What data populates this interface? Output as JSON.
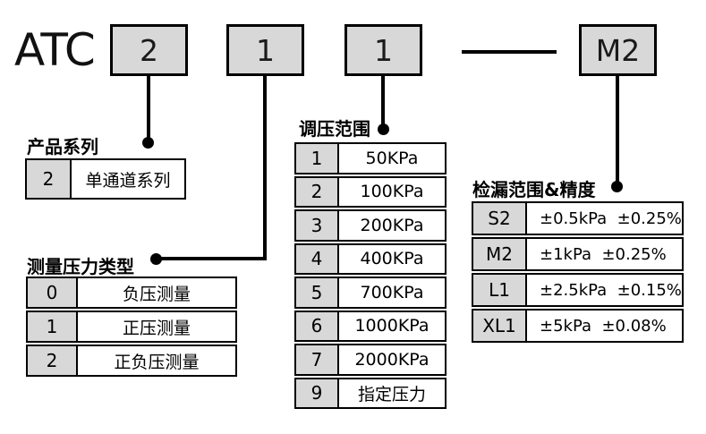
{
  "code_header": {
    "prefix": "ATC",
    "boxes": [
      "2",
      "1",
      "1",
      "M2"
    ],
    "separator": "—"
  },
  "colors": {
    "box_fill": "#d8d8d8",
    "line": "#000000"
  },
  "tables": {
    "series": {
      "title": "产品系列",
      "rows": [
        {
          "code": "2",
          "desc": "单通道系列"
        }
      ]
    },
    "pressure_type": {
      "title": "测量压力类型",
      "rows": [
        {
          "code": "0",
          "desc": "负压测量"
        },
        {
          "code": "1",
          "desc": "正压测量"
        },
        {
          "code": "2",
          "desc": "正负压测量"
        }
      ]
    },
    "regulation_range": {
      "title": "调压范围",
      "rows": [
        {
          "code": "1",
          "desc": "50KPa"
        },
        {
          "code": "2",
          "desc": "100KPa"
        },
        {
          "code": "3",
          "desc": "200KPa"
        },
        {
          "code": "4",
          "desc": "400KPa"
        },
        {
          "code": "5",
          "desc": "700KPa"
        },
        {
          "code": "6",
          "desc": "1000KPa"
        },
        {
          "code": "7",
          "desc": "2000KPa"
        },
        {
          "code": "9",
          "desc": "指定压力"
        }
      ]
    },
    "leak_range": {
      "title": "检漏范围&精度",
      "rows": [
        {
          "code": "S2",
          "desc": "±0.5kPa  ±0.25%"
        },
        {
          "code": "M2",
          "desc": "±1kPa  ±0.25%"
        },
        {
          "code": "L1",
          "desc": "±2.5kPa  ±0.15%"
        },
        {
          "code": "XL1",
          "desc": "±5kPa  ±0.08%"
        }
      ]
    }
  }
}
